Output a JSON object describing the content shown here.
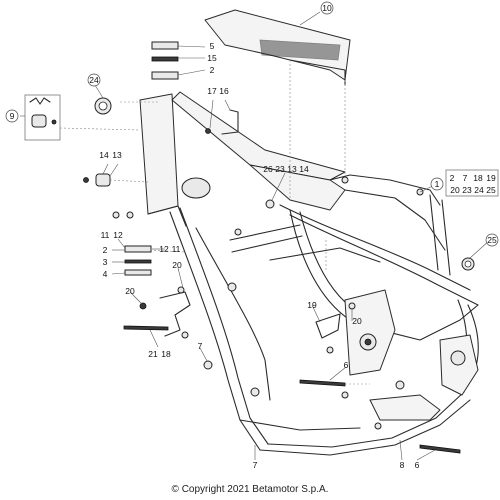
{
  "copyright": "© Copyright 2021 Betamotor S.p.A.",
  "callouts": {
    "c10": "10",
    "c5": "5",
    "c15": "15",
    "c2a": "2",
    "c24": "24",
    "c9": "9",
    "c17": "17",
    "c16": "16",
    "c14a": "14",
    "c13a": "13",
    "c26": "26",
    "c23": "23",
    "c13b": "13",
    "c14b": "14",
    "c1": "1",
    "c11a": "11",
    "c12a": "12",
    "c12b": "12",
    "c11b": "11",
    "c2b": "2",
    "c3": "3",
    "c4": "4",
    "c20a": "20",
    "c20b": "20",
    "c21": "21",
    "c18": "18",
    "c7a": "7",
    "c19": "19",
    "c20c": "20",
    "c6a": "6",
    "c25": "25",
    "c7b": "7",
    "c8": "8",
    "c6b": "6"
  },
  "box_labels": [
    "2",
    "7",
    "18",
    "19",
    "20",
    "23",
    "24",
    "25"
  ]
}
